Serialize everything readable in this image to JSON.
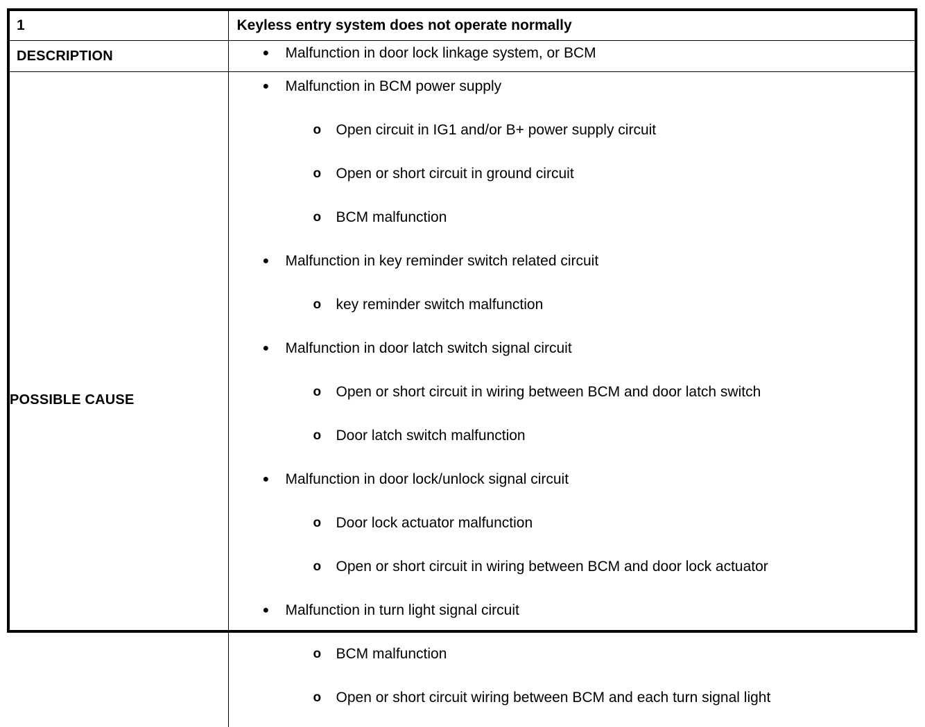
{
  "table": {
    "code": {
      "number": "1",
      "title": "Keyless entry system does not operate normally"
    },
    "rows": [
      {
        "label": "DESCRIPTION",
        "items": [
          {
            "level": 1,
            "bullet": "filled-disc",
            "text": "Malfunction in door lock linkage system, or BCM"
          }
        ]
      },
      {
        "label": "POSSIBLE CAUSE",
        "items": [
          {
            "level": 1,
            "bullet": "filled-disc",
            "text": "Malfunction in BCM power supply"
          },
          {
            "level": 2,
            "bullet": "hollow-circle",
            "text": "Open circuit in IG1 and/or B+ power supply circuit"
          },
          {
            "level": 2,
            "bullet": "hollow-circle",
            "text": "Open or short circuit in ground circuit"
          },
          {
            "level": 2,
            "bullet": "hollow-circle",
            "text": "BCM malfunction"
          },
          {
            "level": 1,
            "bullet": "filled-disc",
            "text": "Malfunction in key reminder switch related circuit"
          },
          {
            "level": 2,
            "bullet": "hollow-circle",
            "text": "key reminder switch malfunction"
          },
          {
            "level": 1,
            "bullet": "filled-disc",
            "text": "Malfunction in door latch switch signal circuit"
          },
          {
            "level": 2,
            "bullet": "hollow-circle",
            "text": "Open or short circuit in wiring between BCM and door latch switch"
          },
          {
            "level": 2,
            "bullet": "hollow-circle",
            "text": "Door latch switch malfunction"
          },
          {
            "level": 1,
            "bullet": "filled-disc",
            "text": "Malfunction in door lock/unlock signal circuit"
          },
          {
            "level": 2,
            "bullet": "hollow-circle",
            "text": "Door lock actuator malfunction"
          },
          {
            "level": 2,
            "bullet": "hollow-circle",
            "text": "Open or short circuit in wiring between BCM and door lock actuator"
          },
          {
            "level": 1,
            "bullet": "filled-disc",
            "text": "Malfunction in turn light signal circuit"
          },
          {
            "level": 2,
            "bullet": "hollow-circle",
            "text": "BCM malfunction"
          },
          {
            "level": 2,
            "bullet": "hollow-circle",
            "text": "Open or short circuit wiring between BCM and each turn signal light"
          }
        ]
      }
    ]
  },
  "glyphs": {
    "filled-disc": "●",
    "hollow-circle": "o"
  },
  "colors": {
    "border": "#000000",
    "text": "#000000",
    "background": "#ffffff"
  }
}
